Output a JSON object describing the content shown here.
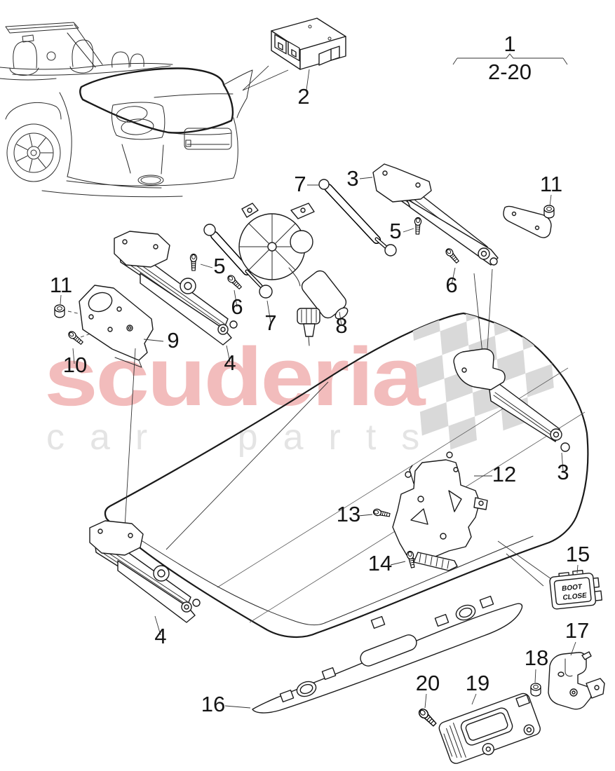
{
  "watermark": {
    "brand": "scuderia",
    "tagline": "car parts",
    "brand_color": "#f2bcbc",
    "tagline_color": "#e4e4e4",
    "flag_color": "#d9d9d9"
  },
  "switch": {
    "line1": "BOOT",
    "line2": "CLOSE"
  },
  "callouts": {
    "group": "1",
    "group_range": "2-20",
    "module": "2",
    "hinge_right": "3",
    "hinge_right_installed": "3",
    "hinge_left_upper": "4",
    "hinge_left_lower": "4",
    "bolt5_left": "5",
    "bolt5_right": "5",
    "bolt6_left": "6",
    "bolt6_right": "6",
    "strut_upper": "7",
    "strut_lower": "7",
    "drive_motor": "8",
    "mount_plate": "9",
    "bolt10": "10",
    "nut11_left": "11",
    "nut11_right": "11",
    "lock_bracket": "12",
    "bolt13": "13",
    "bolt14": "14",
    "boot_close_switch": "15",
    "trim_strip": "16",
    "bracket17": "17",
    "nut18": "18",
    "latch_module": "19",
    "bolt20": "20"
  }
}
